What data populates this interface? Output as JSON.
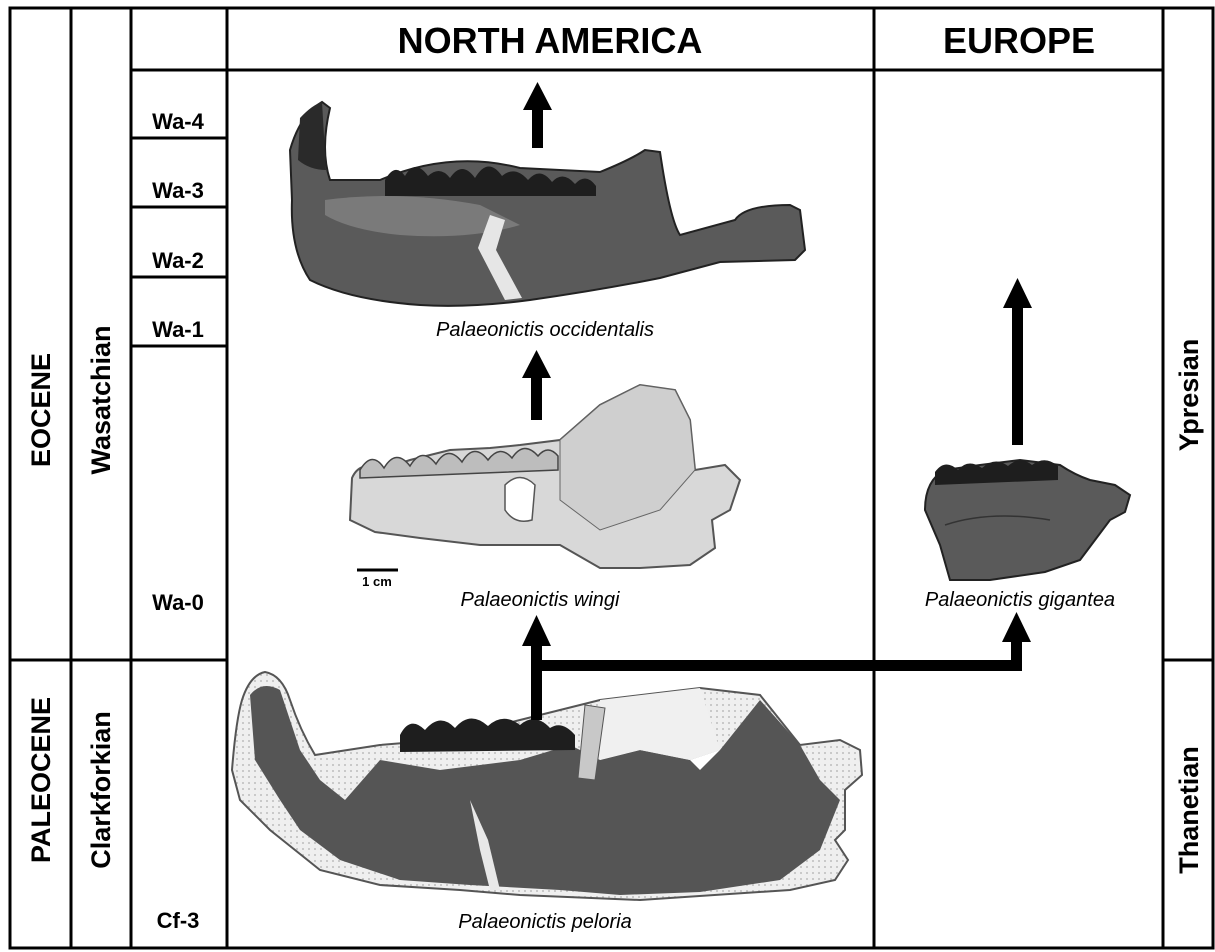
{
  "headers": {
    "north_america": "NORTH AMERICA",
    "europe": "EUROPE"
  },
  "epochs": {
    "eocene": "EOCENE",
    "paleocene": "PALEOCENE"
  },
  "land_mammal_ages": {
    "wasatchian": "Wasatchian",
    "clarkforkian": "Clarkforkian"
  },
  "stages": {
    "ypresian": "Ypresian",
    "thanetian": "Thanetian"
  },
  "zones": {
    "wa4": "Wa-4",
    "wa3": "Wa-3",
    "wa2": "Wa-2",
    "wa1": "Wa-1",
    "wa0": "Wa-0",
    "cf3": "Cf-3"
  },
  "species": {
    "occidentalis": "Palaeonictis occidentalis",
    "wingi": "Palaeonictis wingi",
    "gigantea": "Palaeonictis gigantea",
    "peloria": "Palaeonictis peloria"
  },
  "scale_bar": "1 cm",
  "colors": {
    "line": "#000000",
    "bone_dark": "#4d4d4d",
    "bone_light": "#d7d7d7",
    "plaster": "#ececec",
    "tooth": "#1e1e1e"
  }
}
